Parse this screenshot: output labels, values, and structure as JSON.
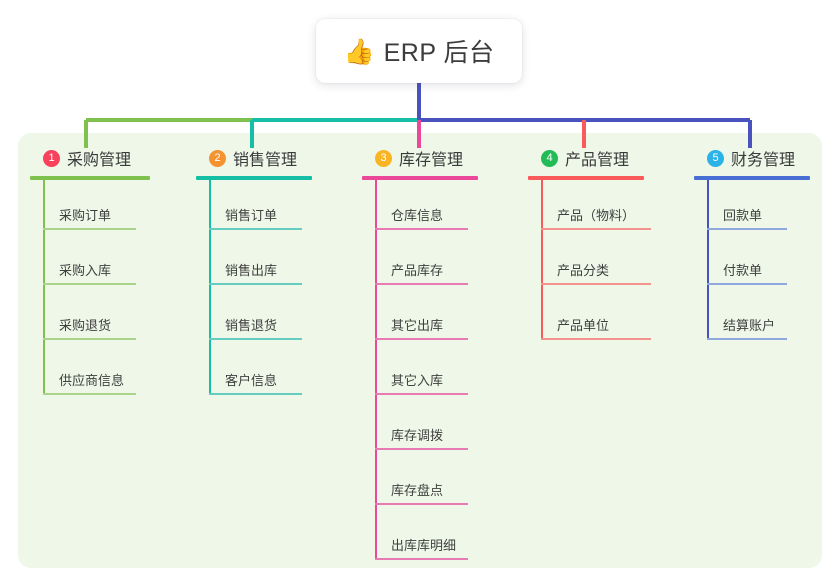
{
  "root": {
    "icon": "thumbs-up-icon",
    "emoji": "👍",
    "title": "ERP 后台"
  },
  "panel": {
    "background_color": "#eef7e8"
  },
  "connector_colors": {
    "root_stem": "#4a52be",
    "bus_left": "#7ec14e",
    "bus_mid": "#14bfa6",
    "bus_right": "#4a52be"
  },
  "branches": [
    {
      "index": "1",
      "badge_number": "1",
      "badge_color": "#f8415a",
      "title": "采购管理",
      "line_color": "#7ec14e",
      "leaf_line_color": "#a9d48a",
      "drop_color": "#7ec14e",
      "items": [
        "采购订单",
        "采购入库",
        "采购退货",
        "供应商信息"
      ]
    },
    {
      "index": "2",
      "badge_number": "2",
      "badge_color": "#f59331",
      "title": "销售管理",
      "line_color": "#14bfa6",
      "leaf_line_color": "#66ccbf",
      "drop_color": "#14bfa6",
      "items": [
        "销售订单",
        "销售出库",
        "销售退货",
        "客户信息"
      ]
    },
    {
      "index": "3",
      "badge_number": "3",
      "badge_color": "#f9b424",
      "title": "库存管理",
      "line_color": "#ec4899",
      "leaf_line_color": "#e87ab4",
      "drop_color": "#ec4899",
      "items": [
        "仓库信息",
        "产品库存",
        "其它出库",
        "其它入库",
        "库存调拨",
        "库存盘点",
        "出库库明细"
      ]
    },
    {
      "index": "4",
      "badge_number": "4",
      "badge_color": "#22bb55",
      "title": "产品管理",
      "line_color": "#fa5a5a",
      "leaf_line_color": "#f4928e",
      "drop_color": "#fa5a5a",
      "items": [
        "产品（物料）",
        "产品分类",
        "产品单位"
      ]
    },
    {
      "index": "5",
      "badge_number": "5",
      "badge_color": "#2bb3e8",
      "title": "财务管理",
      "line_color": "#4a6fd4",
      "leaf_line_color": "#8fa9e0",
      "drop_color": "#4a52be",
      "items": [
        "回款单",
        "付款单",
        "结算账户"
      ]
    }
  ]
}
